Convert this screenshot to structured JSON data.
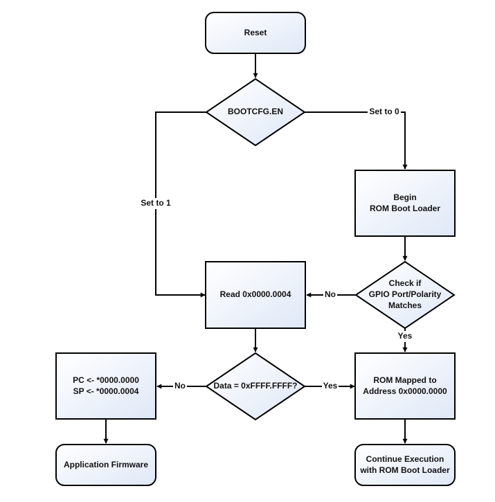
{
  "nodes": {
    "reset": {
      "text": "Reset"
    },
    "bootcfg": {
      "text": "BOOTCFG.EN"
    },
    "begin_rom": {
      "line1": "Begin",
      "line2": "ROM Boot Loader"
    },
    "read_addr": {
      "text": "Read 0x0000.0004"
    },
    "check_gpio": {
      "line1": "Check if",
      "line2": "GPIO Port/Polarity",
      "line3": "Matches"
    },
    "pc_sp": {
      "line1": "PC <- *0000.0000",
      "line2": "SP <- *0000.0004"
    },
    "data_check": {
      "text": "Data = 0xFFFF.FFFF?"
    },
    "rom_mapped": {
      "line1": "ROM Mapped to",
      "line2": "Address 0x0000.0000"
    },
    "app_firmware": {
      "text": "Application Firmware"
    },
    "continue_exec": {
      "line1": "Continue Execution",
      "line2": "with ROM Boot Loader"
    }
  },
  "edges": {
    "set_to_0": "Set to 0",
    "set_to_1": "Set to 1",
    "gpio_no": "No",
    "gpio_yes": "Yes",
    "data_no": "No",
    "data_yes": "Yes"
  }
}
